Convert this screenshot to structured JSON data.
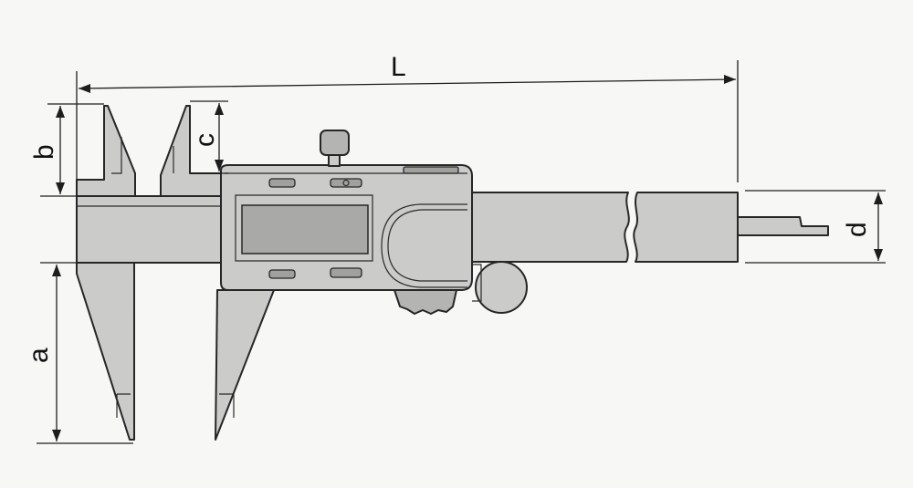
{
  "diagram": {
    "dimension_labels": {
      "overall_length": "L",
      "outside_jaw_depth": "a",
      "inside_jaw_depth_fixed": "b",
      "inside_jaw_depth_slider": "c",
      "depth_rod_offset": "d"
    }
  },
  "colors": {
    "background": "#f7f7f6",
    "body_fill": "#cbcbca",
    "outline": "#262626"
  }
}
